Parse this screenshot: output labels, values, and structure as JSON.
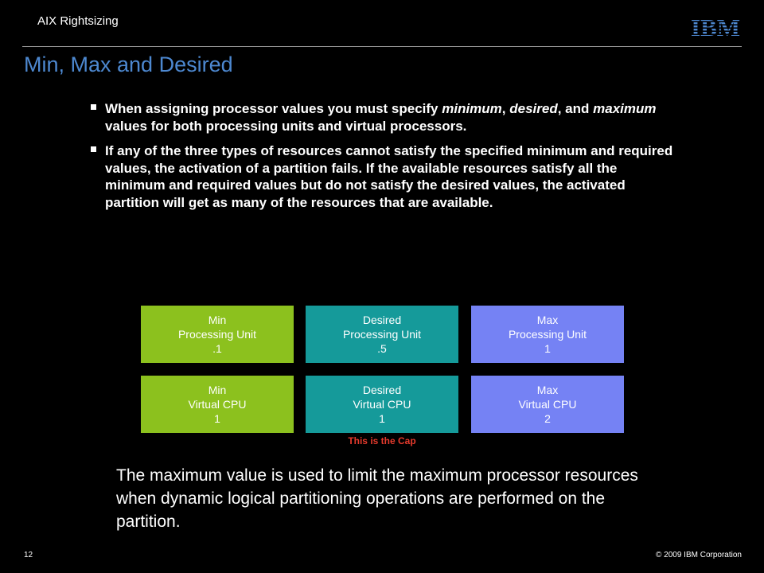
{
  "header": {
    "section_label": "AIX Rightsizing",
    "logo_text": "IBM"
  },
  "slide": {
    "title": "Min, Max and Desired",
    "bullets": [
      {
        "p1": "When assigning processor values you must specify ",
        "i1": "minimum",
        "p2": ", ",
        "i2": "desired",
        "p3": ", and ",
        "i3": "maximum",
        "p4": " values for both processing units and virtual processors."
      },
      {
        "text": "If any of the three types of resources cannot satisfy the specified minimum and required values, the activation of a partition fails. If the available resources satisfy all the minimum and required values but do not satisfy the desired values, the activated partition will get as many of the resources that are available."
      }
    ],
    "boxes": {
      "min_pu": {
        "line1": "Min",
        "line2": "Processing Unit",
        "line3": ".1"
      },
      "desired_pu": {
        "line1": "Desired",
        "line2": "Processing Unit",
        "line3": ".5"
      },
      "max_pu": {
        "line1": "Max",
        "line2": "Processing Unit",
        "line3": "1"
      },
      "min_vcpu": {
        "line1": "Min",
        "line2": "Virtual CPU",
        "line3": "1"
      },
      "desired_vcpu": {
        "line1": "Desired",
        "line2": "Virtual CPU",
        "line3": "1"
      },
      "max_vcpu": {
        "line1": "Max",
        "line2": "Virtual CPU",
        "line3": "2"
      }
    },
    "cap_label": "This is the Cap",
    "bottom_text": "The maximum value is used to limit the maximum processor resources when dynamic logical partitioning operations are performed on the partition."
  },
  "footer": {
    "page_number": "12",
    "copyright": "© 2009 IBM Corporation"
  },
  "colors": {
    "title": "#4d88d0",
    "min": "#8cc11e",
    "desired": "#159a9a",
    "max": "#7582f4",
    "cap": "#e53a2c"
  }
}
